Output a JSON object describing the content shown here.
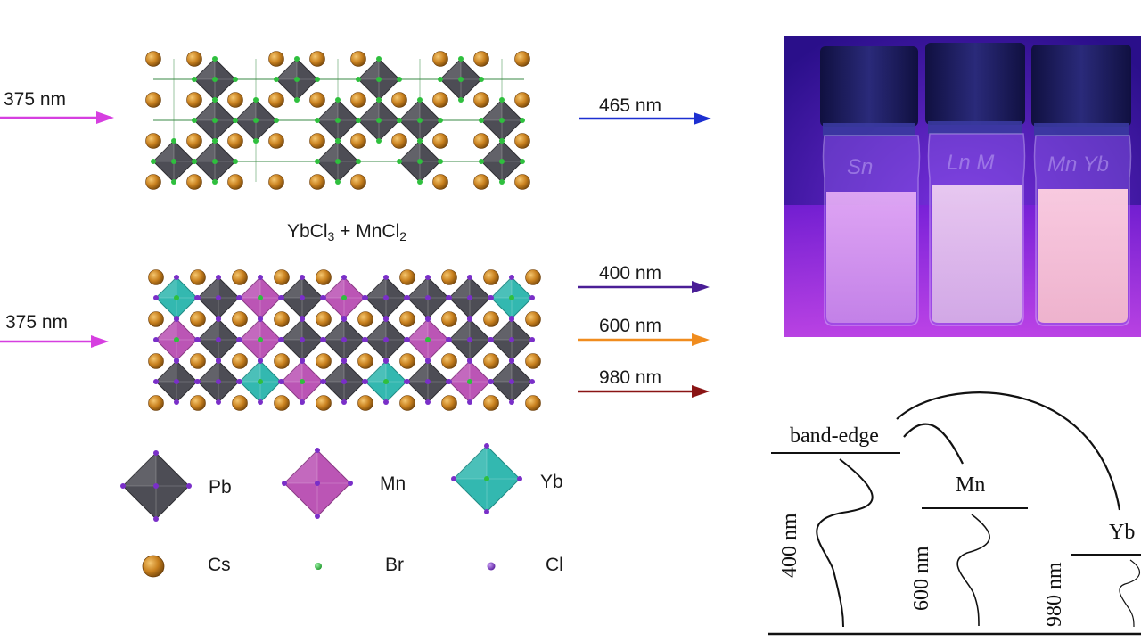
{
  "excitation": {
    "top_label": "375 nm",
    "bottom_label": "375 nm",
    "color": "#d63fe0"
  },
  "emission": {
    "top": {
      "label": "465 nm",
      "color": "#1c2fd1"
    },
    "bottom": [
      {
        "label": "400 nm",
        "color": "#4a1e96"
      },
      {
        "label": "600 nm",
        "color": "#f08c1e"
      },
      {
        "label": "980 nm",
        "color": "#8a1414"
      }
    ]
  },
  "dopants_label": {
    "part1": "YbCl",
    "sub1": "3",
    "part2": " + MnCl",
    "sub2": "2"
  },
  "legend": {
    "octahedra": [
      {
        "label": "Pb",
        "color": "#4d4d55"
      },
      {
        "label": "Mn",
        "color": "#bb55b5"
      },
      {
        "label": "Yb",
        "color": "#33b8b0"
      }
    ],
    "atoms": [
      {
        "label": "Cs",
        "color": "#c9811f"
      },
      {
        "label": "Br",
        "color": "#2fbf3e"
      },
      {
        "label": "Cl",
        "color": "#7a2fc8"
      }
    ]
  },
  "photo": {
    "vial_labels": [
      "Sn",
      "Ln M",
      "Mn Yb"
    ]
  },
  "energy_diagram": {
    "levels": [
      "band-edge",
      "Mn",
      "Yb"
    ],
    "emission_labels": [
      {
        "label": "400 nm",
        "color": "#4a4ad8"
      },
      {
        "label": "600 nm",
        "color": "#f08c1e"
      },
      {
        "label": "980 nm",
        "color": "#8a1414"
      }
    ]
  }
}
